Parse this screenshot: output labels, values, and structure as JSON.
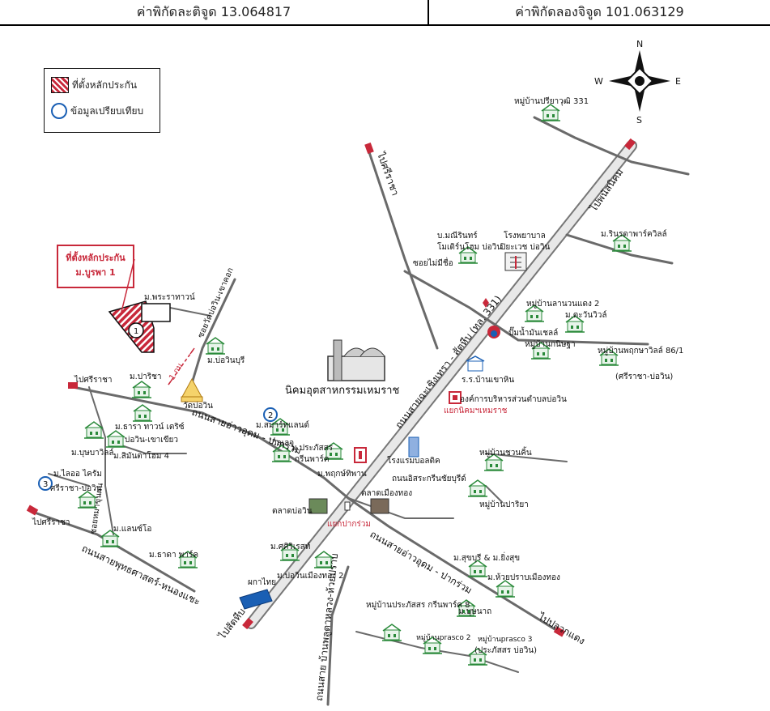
{
  "header": {
    "lat_label": "ค่าพิกัดละติจูด 13.064817",
    "lng_label": "ค่าพิกัดลองจิจูด 101.063129"
  },
  "legend": {
    "collateral": "ที่ตั้งหลักประกัน",
    "comparable": "ข้อมูลเปรียบเทียบ"
  },
  "compass": {
    "n": "N",
    "s": "S",
    "e": "E",
    "w": "W"
  },
  "callout": {
    "line1": "ที่ตั้งหลักประกัน",
    "line2": "ม.บูรพา 1"
  },
  "markers": {
    "m1": "1",
    "m2": "2",
    "m3": "3"
  },
  "colors": {
    "collateral": "#c8283a",
    "comparable": "#1a5fb4",
    "house": "#2a8a3a",
    "road": "#555555"
  },
  "labels": {
    "village331": "หมู่บ้านปรียาวุฒิ 331",
    "to_phanat": "ไปพนัสนิคม",
    "to_sriracha_top": "ไปศรีราชา",
    "bunitrin": "บ.มณีรินทร์",
    "modern_home": "โมเดิร์นโฮม บ่อวิน",
    "soi_maipeechue": "ซอยไม่มีชื่อ",
    "hospital": "โรงพยาบาล",
    "piyavej": "ปิยะเวช บ่อวิน",
    "rinrada": "ม.รินรดาพาร์ควิลล์",
    "baan_lawn2": "หมู่บ้านลานวนแดง 2",
    "tawan_ville": "ม.ตะวันวิวล์",
    "gas_station": "ปั๊มน้ำมันเชลล์",
    "baan_khanitha": "หมู่บ้านกนิษฐา",
    "baan_phrukpha": "หมู่บ้านพฤกษาวิลล์ 86/1",
    "sriracha_bowin": "(ศรีราชา-บ่อวิน)",
    "praram": "ม.พระราทาวน์",
    "soi_bowin": "ซอยวัดบ่อวิน-เขาคอก",
    "bowinburi": "ม.บ่อวินบุรี",
    "distance": "1 กม.",
    "to_sriracha_left": "ไปศรีราชา",
    "parichat": "ม.ปาริชา",
    "wat_bowin": "วัดบ่อวิน",
    "ind_estate": "นิคมอุตสาหกรรมเหมราช",
    "school": "ร.ร.บ้านเขาหิน",
    "admin_office": "องค์การบริหารส่วนตำบลบ่อวิน",
    "hemaraj_junction": "แยกนิคมฯเหมราช",
    "rd_331": "ถนนสายฉะเชิงเทรา - สัตหีบ (ทล. 331)",
    "smart_land": "ม.สมาร์ทแลนด์",
    "thara_town": "ม.ธารา ทาวน์ เตริซ์",
    "bowin_khaokheo": "บ่อวิน-เขาเขียว",
    "bunnaville": "ม.บุษบาวิลล์",
    "sinsap4": "ม.สิมันตาโฮม 4",
    "rd_sai_east": "ถนนสายอ่าวอุดม - ปากร่วม",
    "villajet": "วิลเลจ",
    "prakasit": "ม.ประภัสสร",
    "green_park": "กรีนพาร์ค",
    "rosewood": "ม.พฤกษ์ทิพาน",
    "hotel": "โรงแรมบอลติค",
    "baan_suankhan": "หมู่บ้านชวนคิ้น",
    "rd_sirin": "ถนนอิสระกรีนชัยบุรีด์",
    "baan_pariya": "หมู่บ้านปาริยา",
    "m_liaohom": "ม.ไลออ ไครัม",
    "sriracha_bowin2": "ศรีราชา-บ่อวิน",
    "soi_baan": "ซอยหมาขุนผน",
    "market_bowin": "ตลาดบ่อวิน",
    "market_muang": "ตลาดเมืองทอง",
    "pakruam": "แยกปากร่วม",
    "m_landco": "ม.แลนซ์โอ",
    "to_sriracha_bottom": "ไปศรีราชา",
    "m_thara_park": "ม.ธาดา พาร์ค",
    "rd_sukhumvit": "ถนนสายพุทธศาสตร์-หนองแชะ",
    "m_siriburi": "ม.ศศิริเรสท์",
    "bowin_muangthong2": "ม.บ่อวินเมืองทอง 2",
    "rd_sai_east2": "ถนนสายอ่าวอุดม - ปากร่วม",
    "m_sukburi": "ม.สุขบุรี & ม.ยิ่งสุข",
    "m_huayprap": "ม.ห้วยปราบเมืองทอง",
    "m_bunat": "ม.บุษนาถ",
    "mokrathai": "ผกาไทย",
    "to_sattahip": "ไปสัตหีบ",
    "baan_prakasit8": "หมู่บ้านประภัสสร กรีนพาร์ค 8",
    "baan_prasco2": "หมู่บ้านprasco 2",
    "baan_prasco3": "หมู่บ้านprasco 3",
    "prakasit_bowin": "(ประภัสสร บ่อวิน)",
    "rd_huayprap": "ถนนสาย บ้านพลูตาหลวง-ห้วยปราบ",
    "to_pluakdaeng": "ไปปลวกแดง"
  }
}
